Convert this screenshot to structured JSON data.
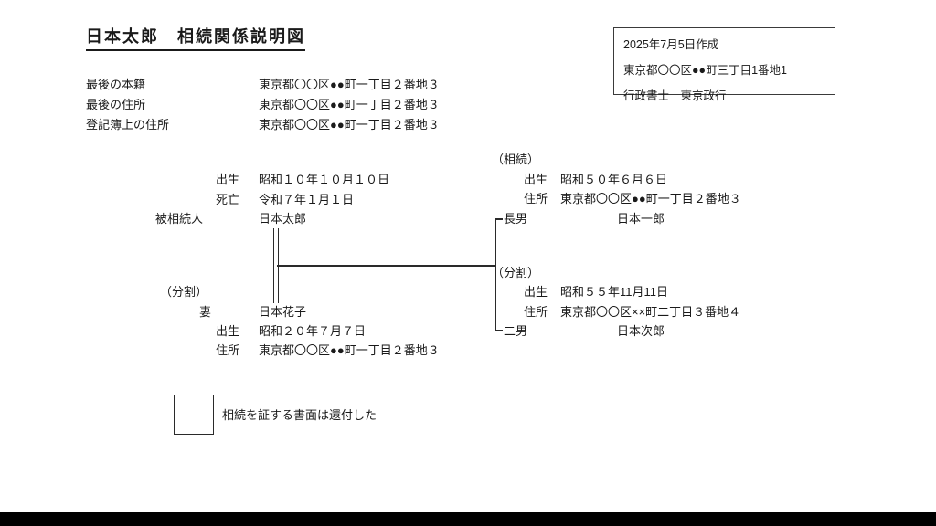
{
  "title": "日本太郎　相続関係説明図",
  "author_box": {
    "created": "2025年7月5日作成",
    "address": "東京都〇〇区●●町三丁目1番地1",
    "author": "行政書士　東京政行"
  },
  "registry": [
    {
      "label": "最後の本籍",
      "value": "東京都〇〇区●●町一丁目２番地３"
    },
    {
      "label": "最後の住所",
      "value": "東京都〇〇区●●町一丁目２番地３"
    },
    {
      "label": "登記簿上の住所",
      "value": "東京都〇〇区●●町一丁目２番地３"
    }
  ],
  "decedent": {
    "birth_label": "出生",
    "birth": "昭和１０年１０月１０日",
    "death_label": "死亡",
    "death": "令和７年１月１日",
    "role": "被相続人",
    "name": "日本太郎"
  },
  "spouse": {
    "tag": "（分割）",
    "role": "妻",
    "name": "日本花子",
    "birth_label": "出生",
    "birth": "昭和２０年７月７日",
    "address_label": "住所",
    "address": "東京都〇〇区●●町一丁目２番地３"
  },
  "heir1": {
    "tag": "（相続）",
    "birth_label": "出生",
    "birth": "昭和５０年６月６日",
    "address_label": "住所",
    "address": "東京都〇〇区●●町一丁目２番地３",
    "role": "長男",
    "name": "日本一郎"
  },
  "heir2": {
    "tag": "（分割）",
    "birth_label": "出生",
    "birth": "昭和５５年11月11日",
    "address_label": "住所",
    "address": "東京都〇〇区××町二丁目３番地４",
    "role": "二男",
    "name": "日本次郎"
  },
  "legend": {
    "note": "相続を証する書面は還付した"
  }
}
